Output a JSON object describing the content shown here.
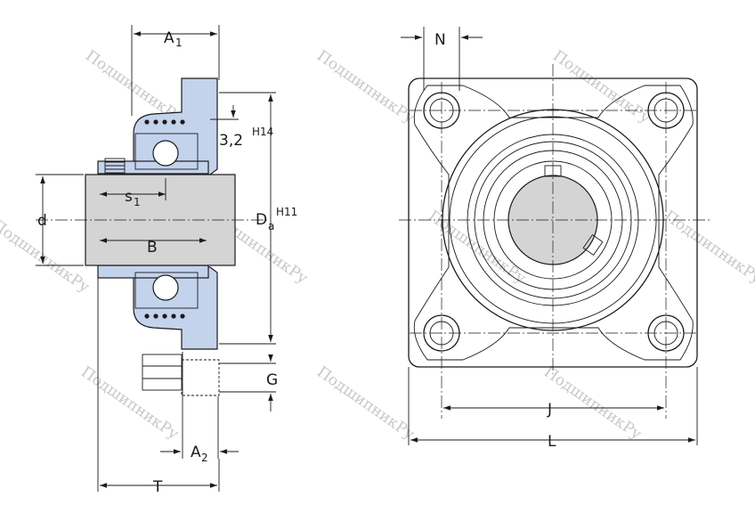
{
  "watermark": "ПодшипникРу",
  "labels": {
    "A1_main": "A",
    "A1_sub": "1",
    "A2_main": "A",
    "A2_sub": "2",
    "s1_main": "s",
    "s1_sub": "1",
    "Da_main": "D",
    "Da_sub": "a",
    "Da_tol": "H11",
    "chamfer": "3,2",
    "chamfer_tol": "H14",
    "d": "d",
    "B": "B",
    "G": "G",
    "T": "T",
    "N": "N",
    "J": "J",
    "L": "L"
  },
  "colors": {
    "housing_fill": "#c4d3ec",
    "shaft_fill": "#d4d4d4",
    "line": "#1a1a1a"
  }
}
